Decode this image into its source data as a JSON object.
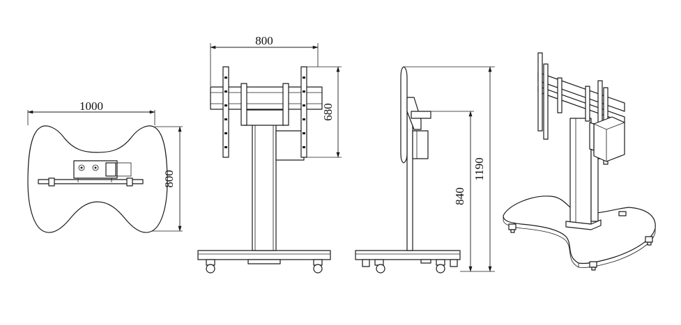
{
  "views": {
    "top": {
      "width_label": "1000",
      "depth_label": "800"
    },
    "front": {
      "width_label": "800",
      "height_label": "680"
    },
    "side": {
      "height_label": "840",
      "total_height_label": "1190"
    },
    "iso": {}
  }
}
